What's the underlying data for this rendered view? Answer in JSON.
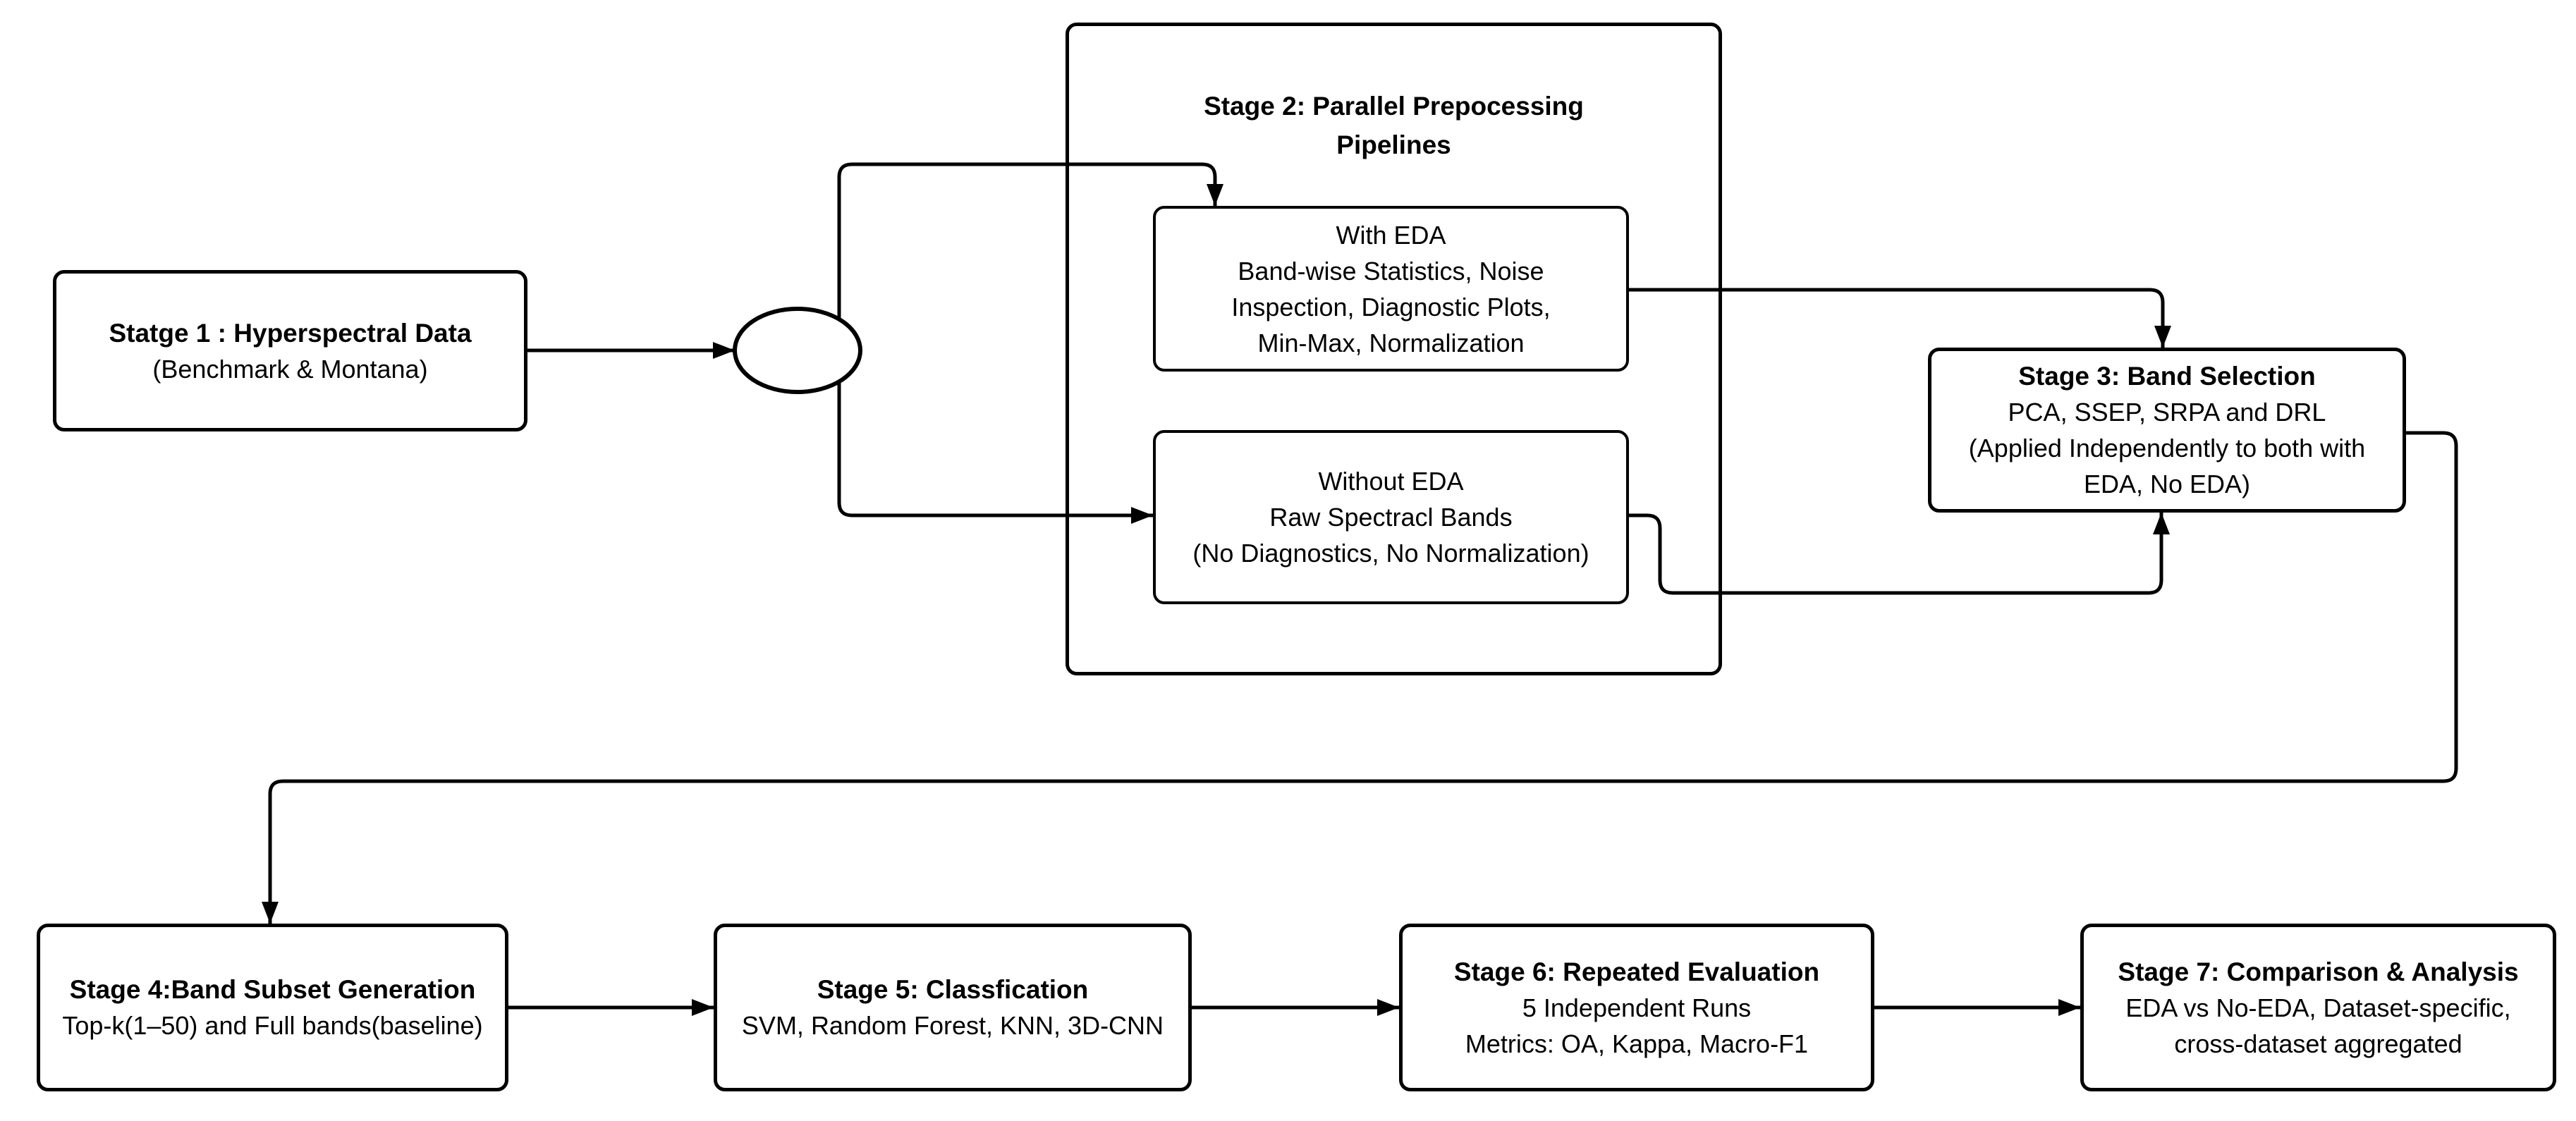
{
  "colors": {
    "line": "#000000",
    "box_border": "#000000",
    "background": "#ffffff",
    "text": "#000000"
  },
  "stage1": {
    "title": "Statge 1 : Hyperspectral Data",
    "line1": "(Benchmark & Montana)"
  },
  "stage2": {
    "title_line1": "Stage 2: Parallel Prepocessing",
    "title_line2": "Pipelines",
    "with_eda": {
      "line1": "With EDA",
      "line2": "Band-wise Statistics, Noise",
      "line3": "Inspection, Diagnostic Plots,",
      "line4": "Min-Max, Normalization"
    },
    "without_eda": {
      "line1": "Without EDA",
      "line2": "Raw Spectracl Bands",
      "line3": "(No Diagnostics, No Normalization)"
    }
  },
  "stage3": {
    "title": "Stage 3: Band Selection",
    "line1": "PCA, SSEP, SRPA and DRL",
    "line2": "(Applied Independently to both with",
    "line3": "EDA, No EDA)"
  },
  "stage4": {
    "title": "Stage 4:Band Subset Generation",
    "line1": "Top-k(1–50) and Full bands(baseline)"
  },
  "stage5": {
    "title": "Stage 5: Classfication",
    "line1": "SVM, Random Forest, KNN, 3D-CNN"
  },
  "stage6": {
    "title": "Stage 6: Repeated Evaluation",
    "line1": "5 Independent Runs",
    "line2": "Metrics: OA, Kappa, Macro-F1"
  },
  "stage7": {
    "title": "Stage 7: Comparison & Analysis",
    "line1": "EDA vs No-EDA, Dataset-specific,",
    "line2": "cross-dataset aggregated"
  }
}
